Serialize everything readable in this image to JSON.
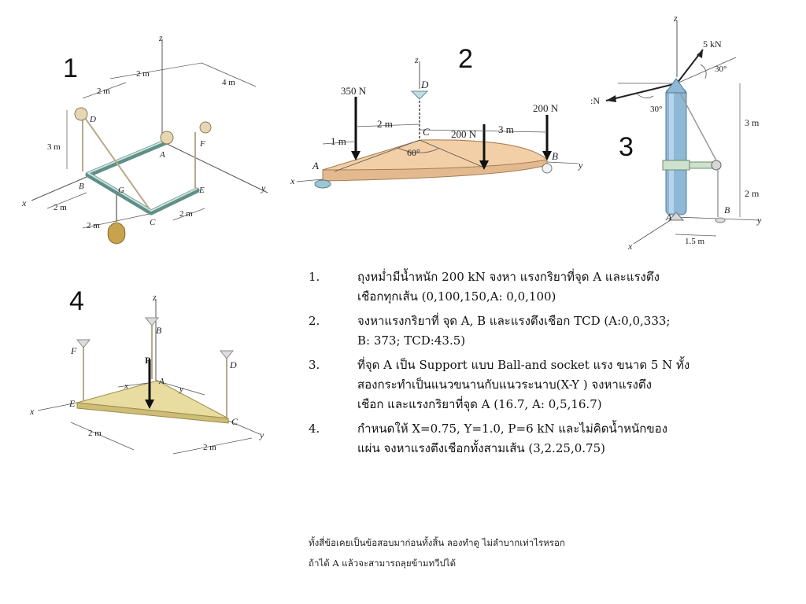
{
  "figures": {
    "fig1": {
      "number": "1",
      "labels": {
        "z": "z",
        "x": "x",
        "y": "y",
        "dim_2m_a": "2 m",
        "dim_2m_b": "2 m",
        "dim_4m": "4 m",
        "dim_3m": "3 m",
        "dim_2m_c": "2 m",
        "dim_2m_d": "2 m",
        "dim_2m_e": "2 m",
        "D": "D",
        "A": "A",
        "F": "F",
        "B": "B",
        "G": "G",
        "E": "E",
        "C": "C"
      }
    },
    "fig2": {
      "number": "2",
      "labels": {
        "z": "z",
        "D": "D",
        "force_350": "350 N",
        "force_200_right": "200 N",
        "force_200_mid": "200 N",
        "dim_2m": "2 m",
        "dim_3m": "3 m",
        "dim_1m": "1 m",
        "C": "C",
        "angle_60": "60°",
        "A": "A",
        "B": "B",
        "x": "x",
        "y": "y"
      }
    },
    "fig3": {
      "number": "3",
      "labels": {
        "z": "z",
        "force_5kN": "5 kN",
        "angle_30_top": "30°",
        "N": ":N",
        "angle_30_mid": "30°",
        "dim_3m": "3 m",
        "dim_2m": "2 m",
        "B": "B",
        "A": "A",
        "y": "y",
        "x": "x",
        "dim_1_5m": "1.5 m"
      }
    },
    "fig4": {
      "number": "4",
      "labels": {
        "z": "z",
        "B": "B",
        "F": "F",
        "D": "D",
        "P": "P",
        "x_small": "x",
        "y_small": "y",
        "A": "A",
        "E": "E",
        "C": "C",
        "x": "x",
        "y": "y",
        "dim_2m_a": "2 m",
        "dim_2m_b": "2 m"
      }
    }
  },
  "problems": [
    {
      "num": "1.",
      "lines": [
        "ถุงหม่ำมีน้ำหนัก 200 kN จงหา แรงกริยาที่จุด A และแรงตึง",
        "เชือกทุกเส้น          (0,100,150,A: 0,0,100)"
      ]
    },
    {
      "num": "2.",
      "lines": [
        "จงหาแรงกริยาที่ จุด A, B และแรงตึงเชือก TCD   (A:0,0,333;",
        "B: 373;      TCD:43.5)"
      ]
    },
    {
      "num": "3.",
      "lines": [
        "ที่จุด A เป็น Support แบบ Ball-and socket แรง ขนาด 5 N ทั้ง",
        "สองกระทำเป็นแนวขนานกับแนวระนาบ(X-Y ) จงหาแรงตึง",
        "เชือก และแรงกริยาที่จุด A (16.7, A: 0,5,16.7)"
      ]
    },
    {
      "num": "4.",
      "lines": [
        "กำหนดให้ X=0.75, Y=1.0, P=6 kN และไม่คิดน้ำหนักของ",
        "แผ่น จงหาแรงตึงเชือกทั้งสามเส้น (3,2.25,0.75)"
      ]
    }
  ],
  "notes": [
    "ทั้งสี่ข้อเคยเป็นข้อสอบมาก่อนทั้งสิ้น ลองทำดู ไม่ลำบากเท่าไรหรอก",
    "ถ้าได้ A แล้วจะสามารถลุยข้ามทวีปได้"
  ]
}
